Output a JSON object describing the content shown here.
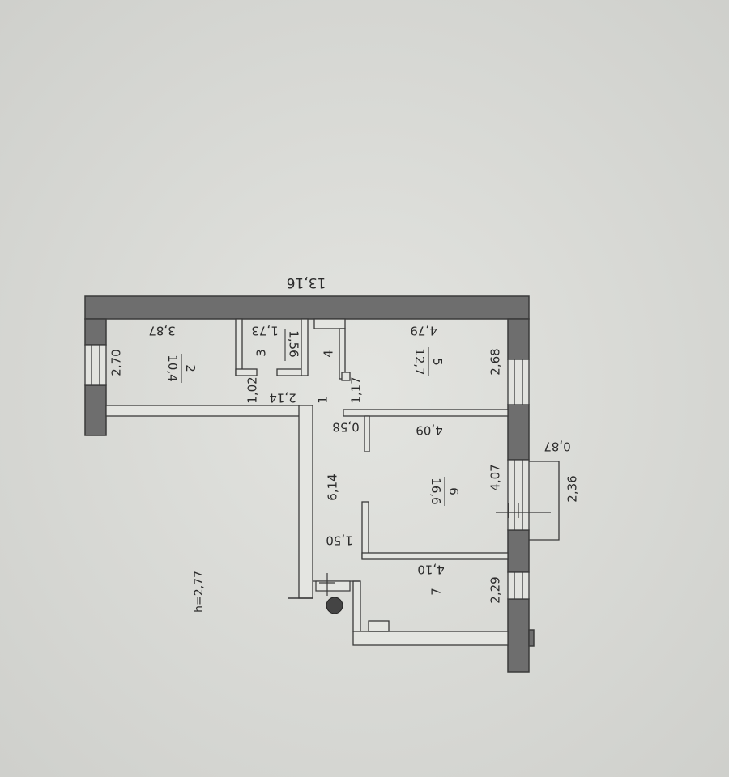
{
  "plan": {
    "overall_width": "13,16",
    "height_note": "h=2,77",
    "colors": {
      "paper": "#d8d9d5",
      "wall_fill": "#6e6e6e",
      "line": "#3a3a3a",
      "text": "#2b2b2b"
    },
    "rooms": [
      {
        "number": "1",
        "area": ""
      },
      {
        "number": "2",
        "area": "10,4"
      },
      {
        "number": "3",
        "area": "1,56"
      },
      {
        "number": "4",
        "area": ""
      },
      {
        "number": "5",
        "area": "12,7"
      },
      {
        "number": "6",
        "area": "16,6"
      },
      {
        "number": "7",
        "area": ""
      }
    ],
    "dimensions": {
      "room2_width": "3,87",
      "room2_depth": "2,70",
      "room3_width": "1,73",
      "room5_width": "4,79",
      "room5_depth": "2,68",
      "hall_a": "1,02",
      "hall_b": "2,14",
      "hall_c": "1,17",
      "hall_d": "0,58",
      "corridor_length": "6,14",
      "corridor_width": "1,50",
      "room6_width": "4,09",
      "room6_depth": "4,07",
      "room7_width": "4,10",
      "room7_depth": "2,29",
      "balcony_depth": "0,87",
      "balcony_length": "2,36"
    }
  }
}
